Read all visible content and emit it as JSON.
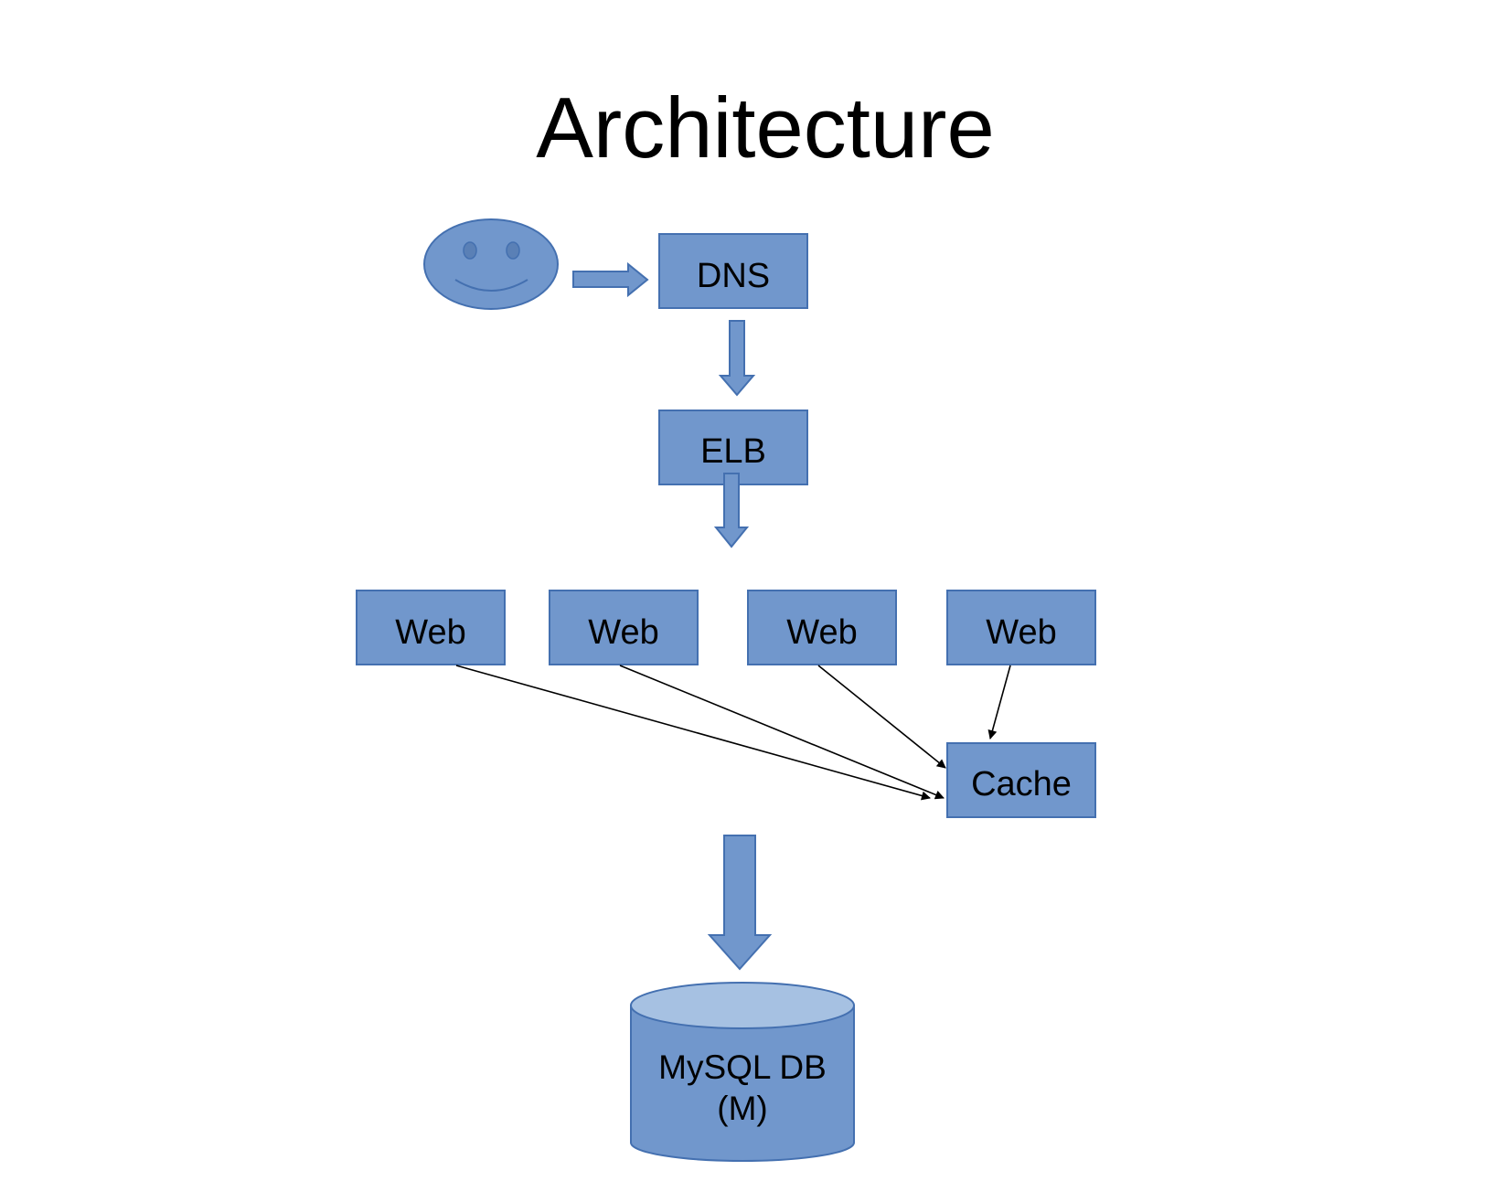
{
  "title": "Architecture",
  "colors": {
    "fill": "#7197cc",
    "stroke": "#4470b0",
    "db_top": "#a6c1e2",
    "connector": "#000000"
  },
  "icons": {
    "user": "smiley-face-icon",
    "database": "database-cylinder-icon"
  },
  "nodes": {
    "dns": "DNS",
    "elb": "ELB",
    "web": [
      "Web",
      "Web",
      "Web",
      "Web"
    ],
    "cache": "Cache",
    "db_line1": "MySQL DB",
    "db_line2": "(M)"
  },
  "flow": [
    {
      "from": "user",
      "to": "dns"
    },
    {
      "from": "dns",
      "to": "elb"
    },
    {
      "from": "elb",
      "to": "web"
    },
    {
      "from": "web-1",
      "to": "cache"
    },
    {
      "from": "web-2",
      "to": "cache"
    },
    {
      "from": "web-3",
      "to": "cache"
    },
    {
      "from": "web-4",
      "to": "cache"
    },
    {
      "from": "cache",
      "to": "db"
    }
  ]
}
